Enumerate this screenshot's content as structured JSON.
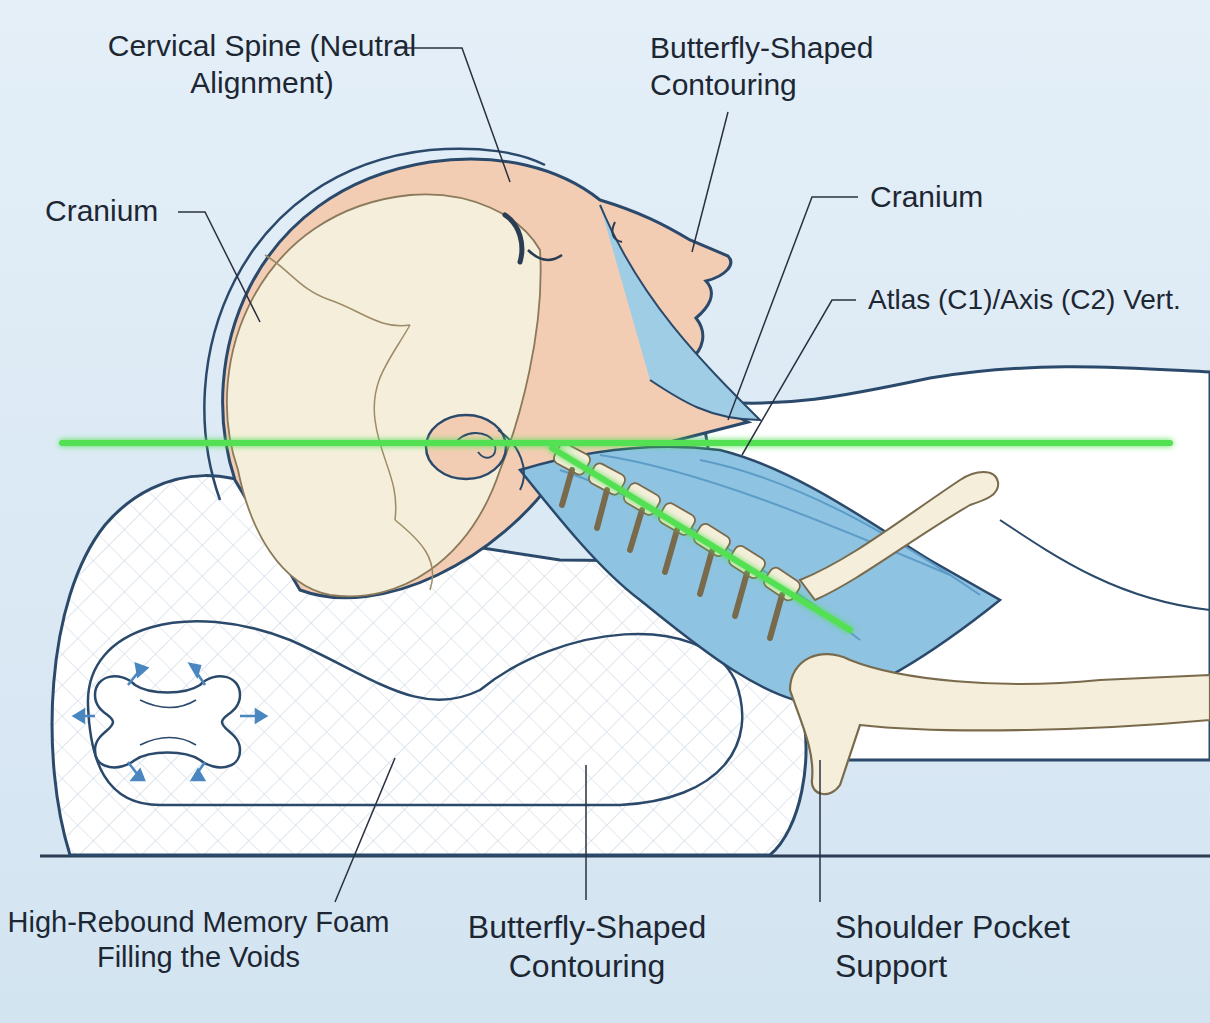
{
  "diagram": {
    "labels": [
      "Cervical Spine (Neutral Alignment)",
      "Butterfly-Shaped Contouring",
      "Cranium",
      "Cranium",
      "Atlas (C1)/Axis (C2) Vert.",
      "High-Rebound Memory Foam Filling the Voids",
      "Butterfly-Shaped Contouring",
      "Shoulder Pocket Support"
    ]
  }
}
